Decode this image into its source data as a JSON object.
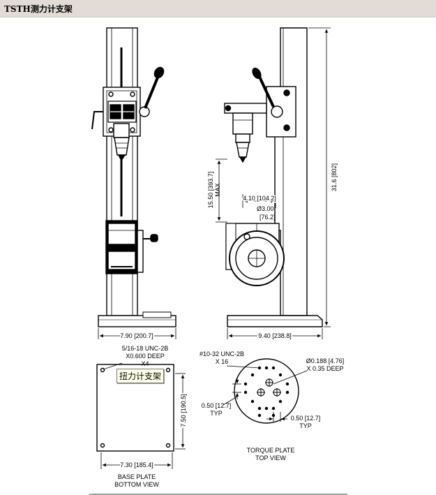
{
  "header": {
    "title": "TSTH测力计支架"
  },
  "front_view": {
    "width_dim": "7.90 [200.7]"
  },
  "side_view": {
    "stroke_dim_value": "15.50 [393.7]",
    "stroke_dim_max": "MAX",
    "offset_dim": "4.10 [104.2]",
    "bore_dim_1": "Ø3.00",
    "bore_dim_2": "[76.2]",
    "height_dim": "31.6 [802]",
    "base_dim": "9.40 [238.8]"
  },
  "base_plate": {
    "thread_1": "5/16-18 UNC-2B",
    "thread_2": "X0.600 DEEP",
    "thread_3": "X4",
    "height_dim": "7.50 [190.5]",
    "width_dim": "7.30 [185.4]",
    "caption_1": "BASE PLATE",
    "caption_2": "BOTTOM VIEW",
    "callout": "扭力计支架"
  },
  "torque_plate": {
    "thread_1": "#10-32 UNC-2B",
    "thread_2": "X 16",
    "hole_1": "Ø0.188 [4.76]",
    "hole_2": "X 0.35 DEEP",
    "spacing_left_1": "0.50 [12.7]",
    "spacing_left_2": "TYP",
    "spacing_right_1": "0.50 [12.7]",
    "spacing_right_2": "TYP",
    "caption_1": "TORQUE PLATE",
    "caption_2": "TOP VIEW"
  }
}
